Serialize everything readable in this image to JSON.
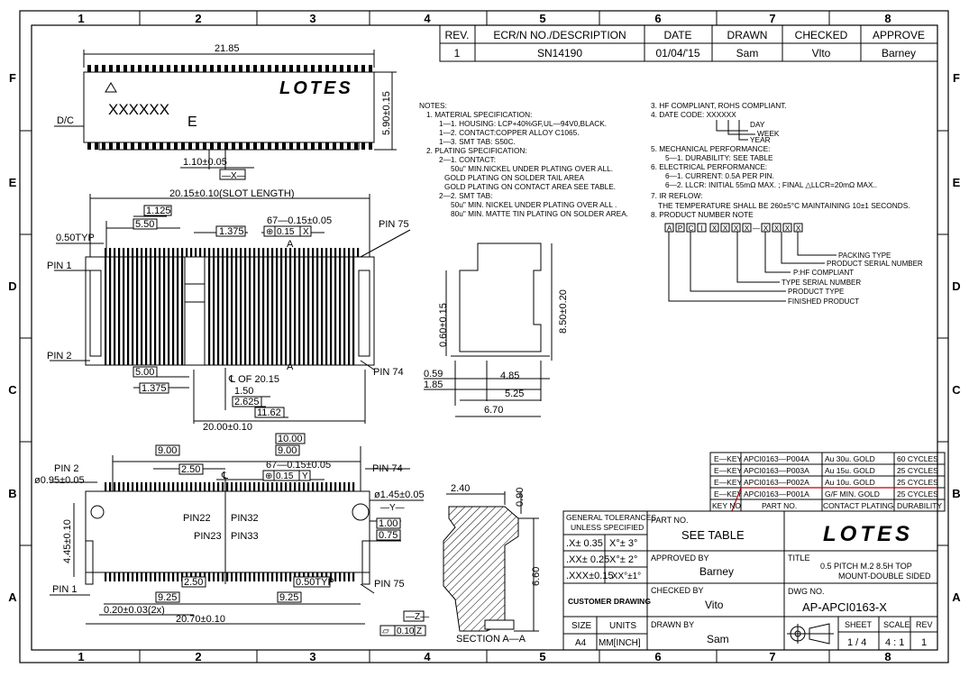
{
  "zones": {
    "columns": [
      "1",
      "2",
      "3",
      "4",
      "5",
      "6",
      "7",
      "8"
    ],
    "rows": [
      "F",
      "E",
      "D",
      "C",
      "B",
      "A"
    ]
  },
  "revision_table": {
    "headers": [
      "REV.",
      "ECR/N NO./DESCRIPTION",
      "DATE",
      "DRAWN",
      "CHECKED",
      "APPROVE"
    ],
    "row": [
      "1",
      "SN14190",
      "01/04/'15",
      "Sam",
      "Vlto",
      "Barney"
    ]
  },
  "notes": {
    "left": [
      "NOTES:",
      "1. MATERIAL SPECIFICATION:",
      "1—1. HOUSING: LCP+40%GF,UL—94V0,BLACK.",
      "1—2. CONTACT:COPPER ALLOY C1065.",
      "1—3. SMT TAB: S50C.",
      "2. PLATING SPECIFICATION:",
      "2—1. CONTACT:",
      "50u\" MIN.NICKEL UNDER PLATING OVER ALL.",
      "GOLD PLATING ON SOLDER TAIL AREA",
      "GOLD PLATING ON CONTACT AREA SEE TABLE.",
      "2—2. SMT TAB:",
      "50u\" MIN. NICKEL UNDER PLATING OVER ALL .",
      "80u\" MIN. MATTE TIN PLATING ON SOLDER AREA."
    ],
    "right": [
      "3. HF COMPLIANT, ROHS COMPLIANT.",
      "4. DATE CODE: XXXXXX",
      "DAY",
      "WEEK",
      "YEAR",
      "5. MECHANICAL PERFORMANCE:",
      "5—1. DURABILITY: SEE TABLE",
      "6. ELECTRICAL PERFORMANCE:",
      "6—1. CURRENT: 0.5A PER PIN.",
      "6—2. LLCR: INITIAL 55mΩ MAX. ; FINAL △LLCR=20mΩ MAX..",
      "7. IR REFLOW:",
      "THE TEMPERATURE SHALL BE 260±5°C MAINTAINING 10±1 SECONDS.",
      "8. PRODUCT NUMBER NOTE"
    ],
    "pn_boxes": [
      "A",
      "P",
      "C",
      "I",
      "X",
      "X",
      "X",
      "X",
      "—",
      "X",
      "X",
      "X",
      "X"
    ],
    "pn_labels": [
      "PACKING TYPE",
      "PRODUCT SERIAL NUMBER",
      "P:HF COMPLIANT",
      "TYPE SERIAL NUMBER",
      "PRODUCT TYPE",
      "FINISHED PRODUCT"
    ]
  },
  "views": {
    "top": {
      "d_width": "21.85",
      "d_height": "5.90±0.15",
      "d_slot": "1.10±0.05",
      "datum": "—X—",
      "brand": "LOTES",
      "datecode": "XXXXXX",
      "dc": "D/C",
      "mark": "E"
    },
    "front": {
      "d_slot": "20.15±0.10(SLOT LENGTH)",
      "d_1125": "1.125",
      "d_550": "5.50",
      "d_1375a": "1.375",
      "d_tol": "67—0.15±0.05",
      "fcf": [
        "⊕",
        "0.15",
        "X"
      ],
      "d_050": "0.50TYP",
      "pin1": "PIN 1",
      "pin2": "PIN 2",
      "pin74": "PIN 74",
      "pin75": "PIN 75",
      "d_500": "5.00",
      "d_1375b": "1.375",
      "d_cl": "℄ OF 20.15",
      "d_150": "1.50",
      "d_2625": "2.625",
      "d_1162": "11.62",
      "d_2000": "20.00±0.10",
      "datum_a": "A"
    },
    "side": {
      "d_850": "8.50±0.20",
      "d_060": "0.60±0.15",
      "d_059": "0.59",
      "d_185": "1.85",
      "d_485": "4.85",
      "d_525": "5.25",
      "d_670": "6.70"
    },
    "bottom": {
      "d_1000": "10.00",
      "d_900a": "9.00",
      "d_900b": "9.00",
      "d_250": "2.50",
      "d_tol": "67—0.15±0.05",
      "fcf": [
        "⊕",
        "0.15",
        "Y"
      ],
      "pin2": "PIN 2",
      "pin74": "PIN 74",
      "pin1": "PIN 1",
      "pin75": "PIN 75",
      "d_095": "ø0.95±0.05",
      "d_145": "ø1.45±0.05",
      "datum_y": "—Y—",
      "d_445": "4.45±0.10",
      "pin22": "PIN22",
      "pin32": "PIN32",
      "pin23": "PIN23",
      "pin33": "PIN33",
      "d_100": "1.00",
      "d_075": "0.75",
      "d_250b": "2.50",
      "d_050": "0.50TYP",
      "d_925a": "9.25",
      "d_925b": "9.25",
      "d_020": "0.20±0.03(2x)",
      "d_2070": "20.70±0.10",
      "cl": "℄",
      "datum_z": "—Z—",
      "flat": [
        "▱",
        "0.10",
        "Z"
      ]
    },
    "section": {
      "d_240": "2.40",
      "d_090": "0.90",
      "d_660": "6.60",
      "label": "SECTION A—A"
    }
  },
  "key_table": {
    "rows": [
      [
        "E—KEY",
        "APCI0163—P004A",
        "Au  30u.  GOLD",
        "60  CYCLES"
      ],
      [
        "E—KEY",
        "APCI0163—P003A",
        "Au  15u.  GOLD",
        "25  CYCLES"
      ],
      [
        "E—KEY",
        "APCI0163—P002A",
        "Au  10u.  GOLD",
        "25  CYCLES"
      ],
      [
        "E—KEY",
        "APCI0163—P001A",
        "G/F  MIN.  GOLD",
        "25  CYCLES"
      ]
    ],
    "headers": [
      "KEY NO",
      "PART  NO.",
      "CONTACT PLATING",
      "DURABILITY"
    ]
  },
  "title_block": {
    "tol_head": [
      "GENERAL TOLERANCES",
      "UNLESS SPECIFIED"
    ],
    "tol_rows": [
      [
        ".X± 0.35",
        "X°± 3°"
      ],
      [
        ".XX± 0.25",
        "X°± 2°"
      ],
      [
        ".XXX±0.15",
        ".XX°±1°"
      ]
    ],
    "customer": "CUSTOMER DRAWING",
    "size_label": "SIZE",
    "size": "A4",
    "units_label": "UNITS",
    "units": "MM[INCH]",
    "partno_label": "PART NO.",
    "partno": "SEE TABLE",
    "approved_label": "APPROVED BY",
    "approved": "Barney",
    "checked_label": "CHECKED BY",
    "checked": "Vito",
    "drawn_label": "DRAWN BY",
    "drawn": "Sam",
    "logo": "LOTES",
    "title_label": "TITLE",
    "title1": "0.5 PITCH M.2 8.5H TOP",
    "title2": "MOUNT-DOUBLE SIDED",
    "dwg_label": "DWG NO.",
    "dwg": "AP-APCI0163-X",
    "sheet_label": "SHEET",
    "sheet": "1  /  4",
    "scale_label": "SCALE",
    "scale": "4  :  1",
    "rev_label": "REV",
    "rev": "1"
  },
  "colors": {
    "line": "#000000",
    "hatch": "#000000",
    "highlight": "#c00000"
  }
}
